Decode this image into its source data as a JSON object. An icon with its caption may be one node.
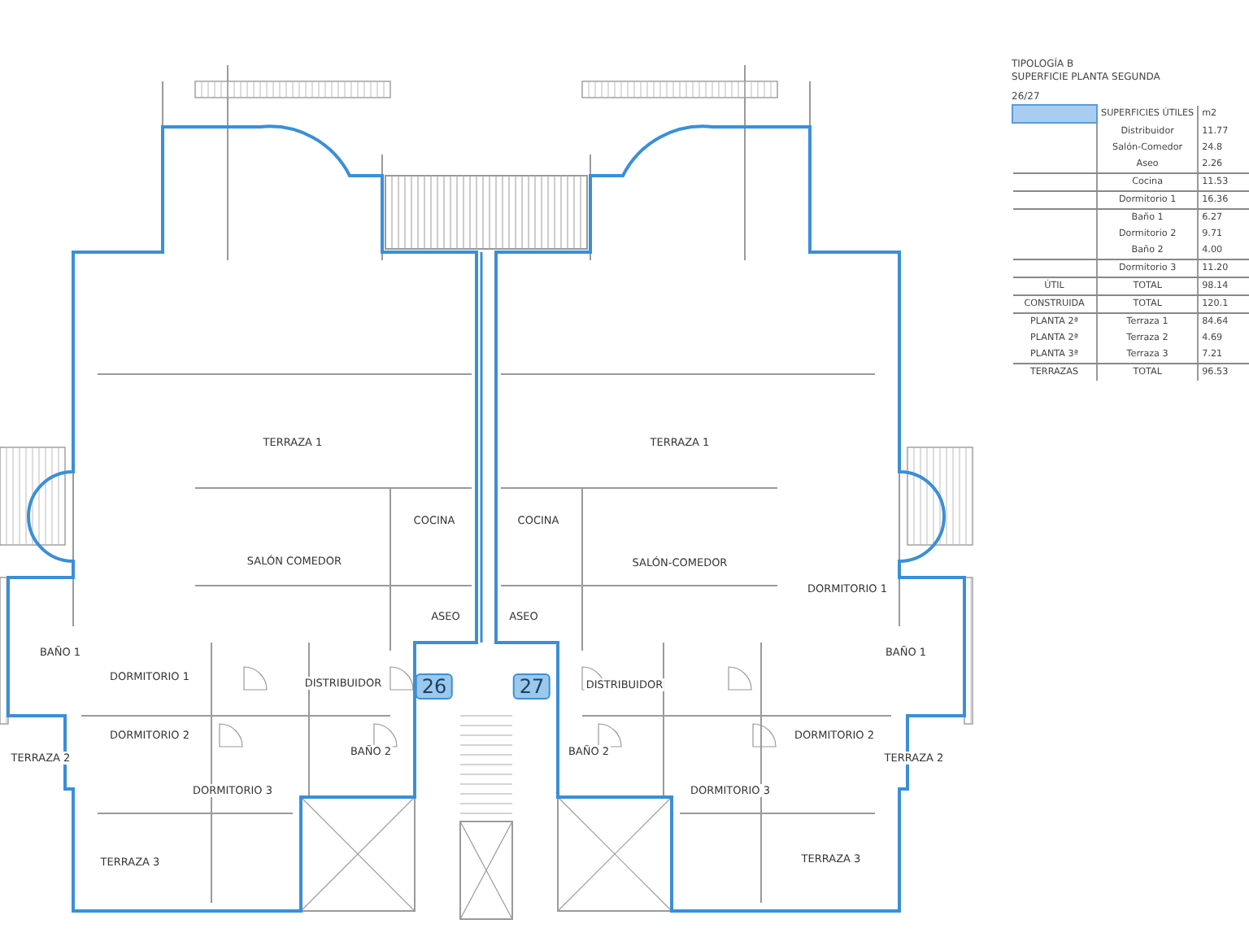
{
  "diagram": {
    "labels": [
      "TIPOLOGÍA B",
      "SUPERFICIE PLANTA SEGUNDA",
      "26/27",
      "SUPERFICIES ÚTILES",
      "m2",
      "Distribuidor",
      "11.77",
      "Salón-Comedor",
      "24.8",
      "Aseo",
      "2.26",
      "Cocina",
      "11.53",
      "Dormitorio 1",
      "16.36",
      "Baño 1",
      "6.27",
      "Dormitorio 2",
      "9.71",
      "Baño 2",
      "4.00",
      "Dormitorio 3",
      "11.20",
      "ÚTIL",
      "TOTAL",
      "98.14",
      "CONSTRUIDA",
      "TOTAL",
      "120.1",
      "PLANTA 2ª",
      "Terraza 1",
      "84.64",
      "PLANTA 2ª",
      "Terraza 2",
      "4.69",
      "PLANTA 3ª",
      "Terraza 3",
      "7.21",
      "TERRAZAS",
      "TOTAL",
      "96.53",
      "TERRAZA 1",
      "TERRAZA 1",
      "COCINA",
      "COCINA",
      "SALÓN COMEDOR",
      "SALÓN-COMEDOR",
      "DORMITORIO 1",
      "ASEO",
      "ASEO",
      "BAÑO 1",
      "BAÑO 1",
      "DORMITORIO 1",
      "DISTRIBUIDOR",
      "26",
      "27",
      "DISTRIBUIDOR",
      "DORMITORIO 2",
      "DORMITORIO 2",
      "TERRAZA 2",
      "BAÑO 2",
      "BAÑO 2",
      "TERRAZA 2",
      "DORMITORIO 3",
      "DORMITORIO 3",
      "TERRAZA 3",
      "TERRAZA 3"
    ]
  }
}
